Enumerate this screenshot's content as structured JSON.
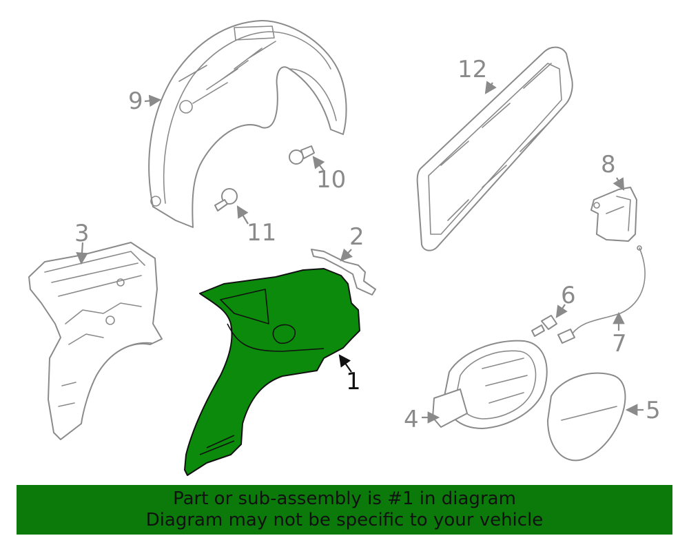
{
  "callouts": {
    "c1": "1",
    "c2": "2",
    "c3": "3",
    "c4": "4",
    "c5": "5",
    "c6": "6",
    "c7": "7",
    "c8": "8",
    "c9": "9",
    "c10": "10",
    "c11": "11",
    "c12": "12"
  },
  "banner": {
    "line1": "Part or sub-assembly is #1 in diagram",
    "line2": "Diagram may not be specific to your vehicle"
  },
  "colors": {
    "highlight": "#0b8a0b",
    "banner": "#0b7a0b",
    "line_gray": "#8a8a8a"
  }
}
